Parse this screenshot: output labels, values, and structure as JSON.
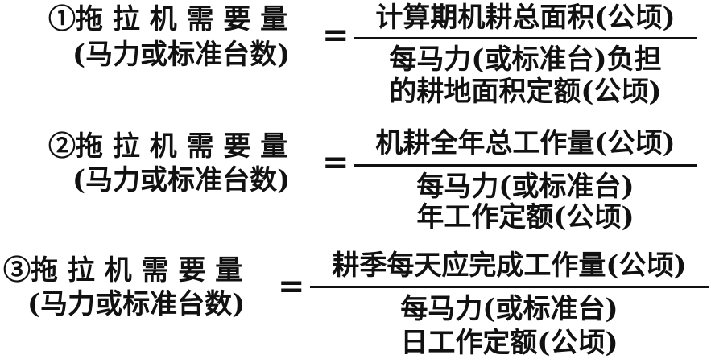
{
  "formulas": [
    {
      "lhs_line1": "①拖 拉 机 需 要 量",
      "lhs_line2": "(马力或标准台数)",
      "equals": "=",
      "numerator": "计算期机耕总面积(公顷)",
      "denominator_line1": "每马力(或标准台)负担",
      "denominator_line2": "的耕地面积定额(公顷)"
    },
    {
      "lhs_line1": "②拖 拉 机 需 要 量",
      "lhs_line2": "(马力或标准台数)",
      "equals": "=",
      "numerator": "机耕全年总工作量(公顷)",
      "denominator_line1": "每马力(或标准台)",
      "denominator_line2": "年工作定额(公顷)"
    },
    {
      "lhs_line1": "③拖 拉 机 需 要 量",
      "lhs_line2": "(马力或标准台数)",
      "equals": "=",
      "numerator": "耕季每天应完成工作量(公顷)",
      "denominator_line1": "每马力(或标准台)",
      "denominator_line2": "日工作定额(公顷)"
    }
  ]
}
